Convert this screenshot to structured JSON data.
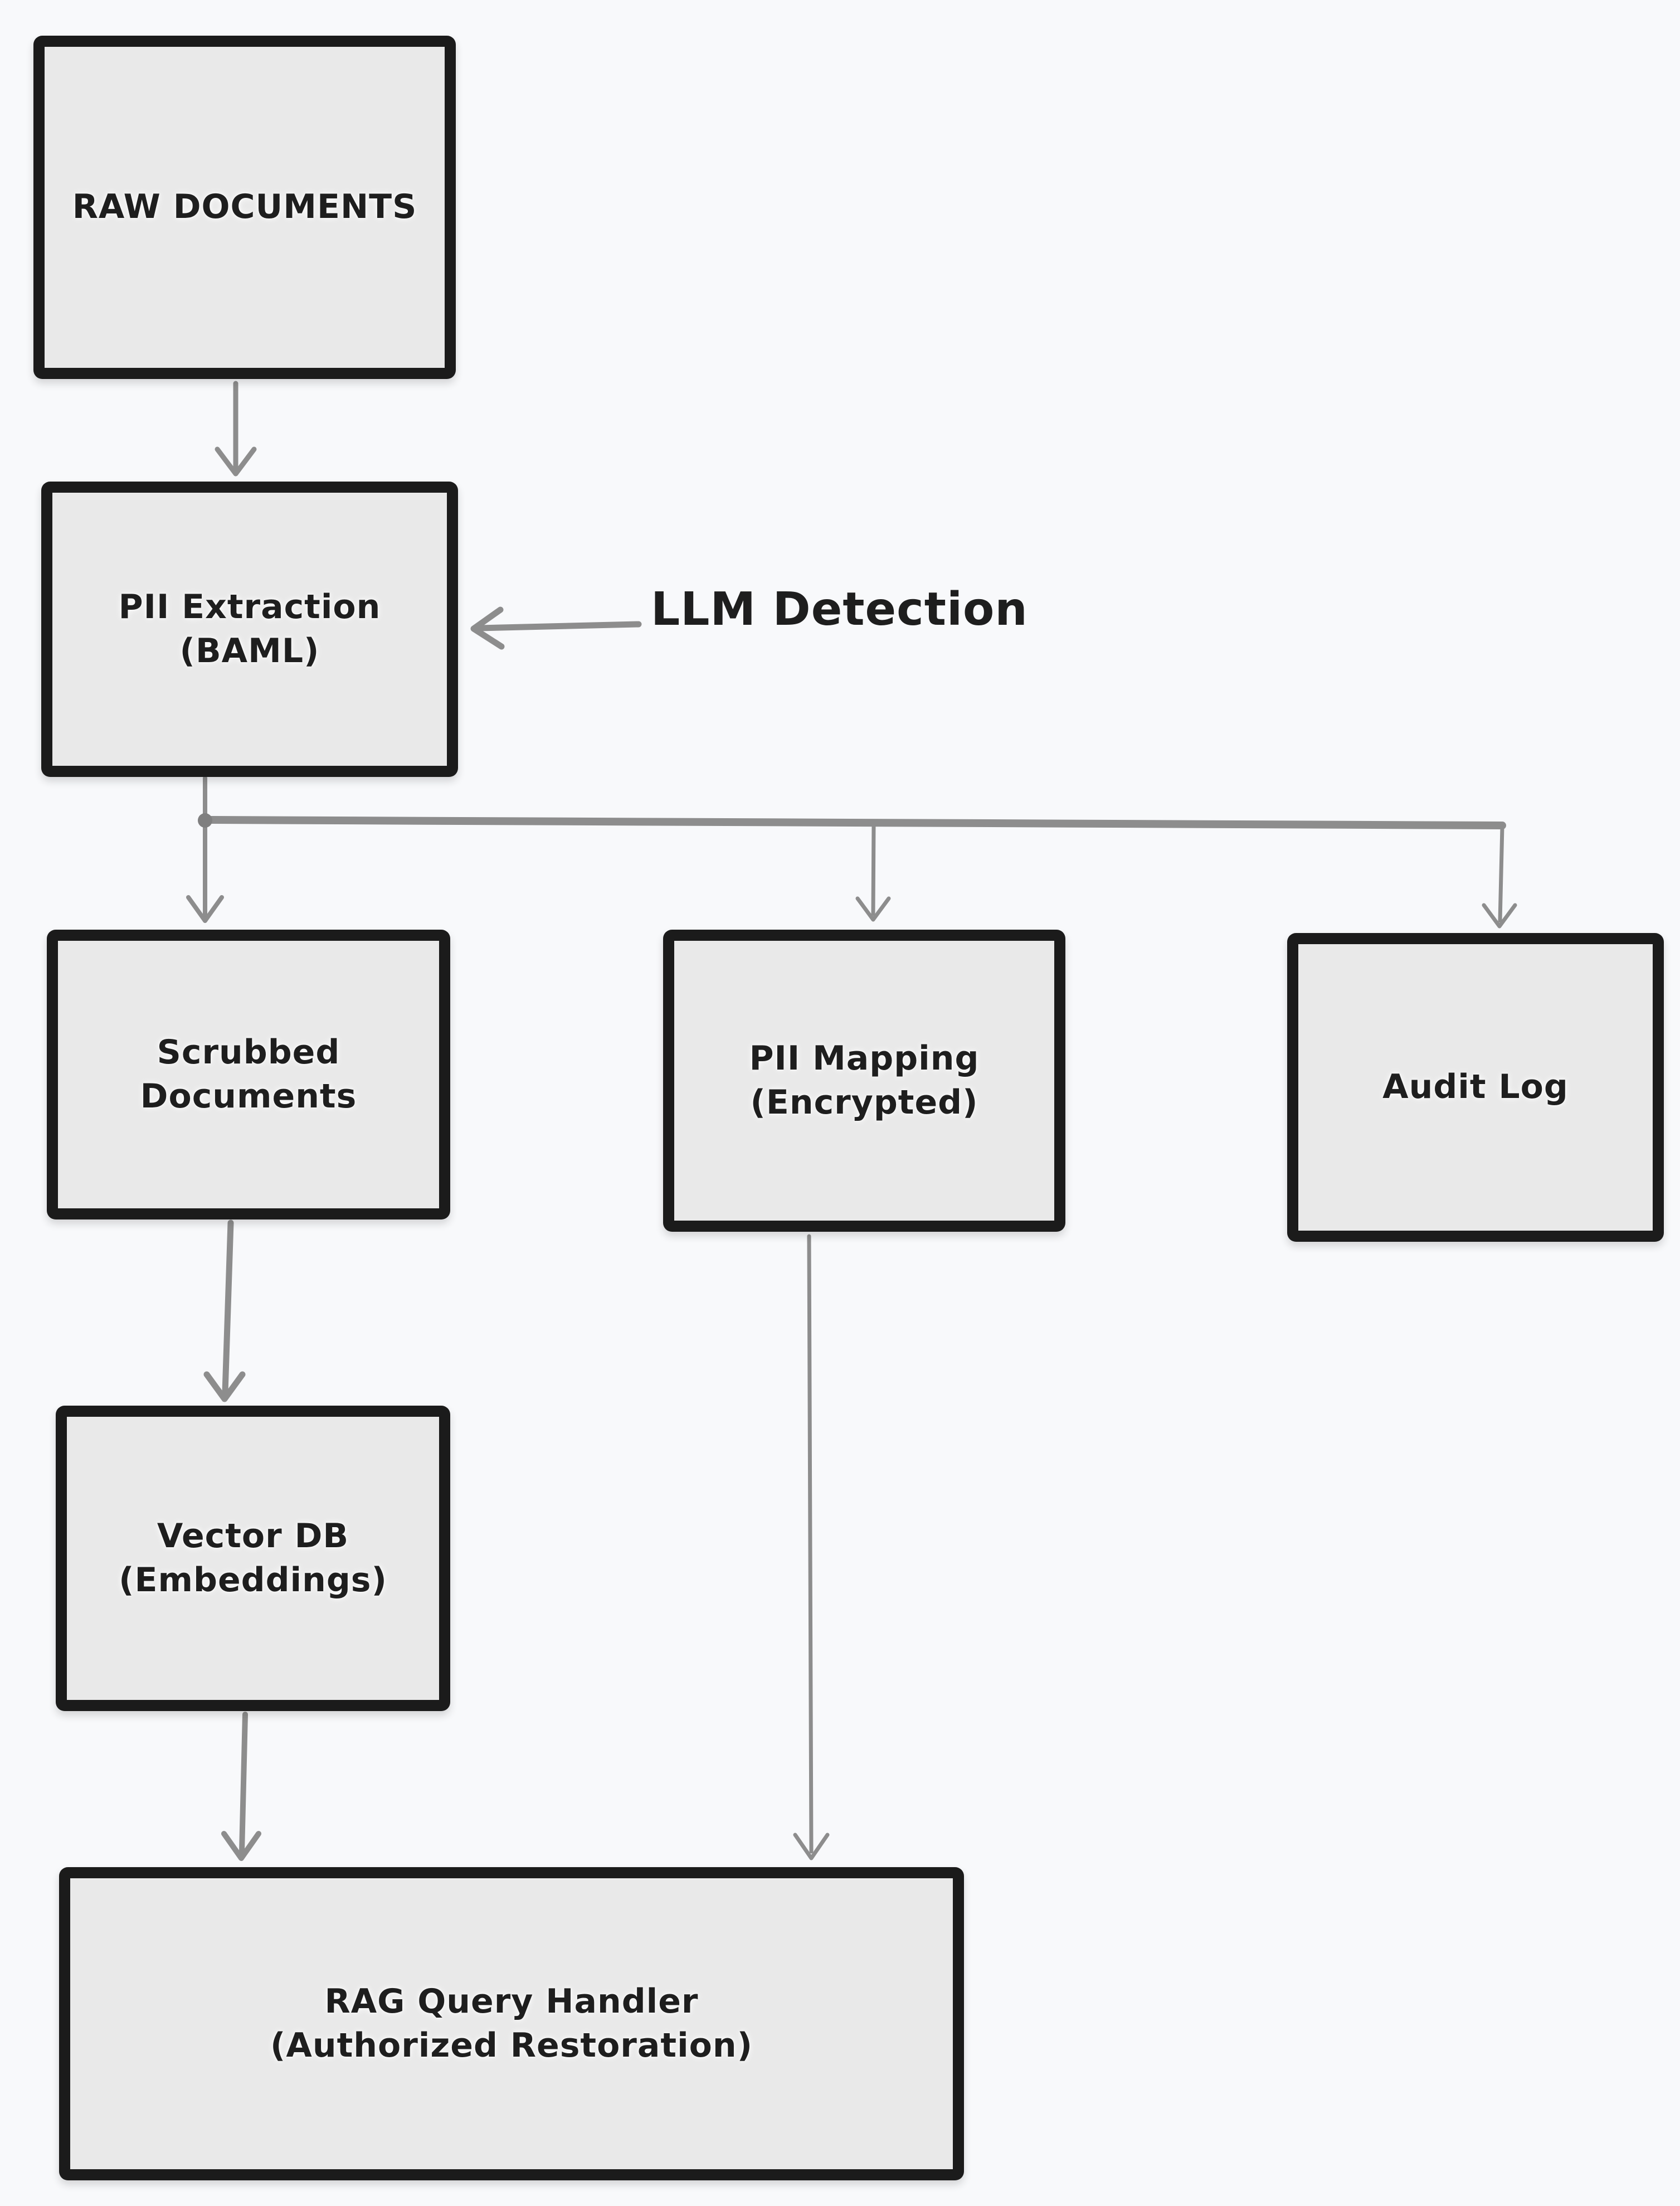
{
  "diagram": {
    "type": "flowchart",
    "nodes": {
      "raw_documents": {
        "lines": [
          "RAW DOCUMENTS"
        ]
      },
      "pii_extraction": {
        "lines": [
          "PII Extraction",
          "(BAML)"
        ]
      },
      "scrubbed_documents": {
        "lines": [
          "Scrubbed",
          "Documents"
        ]
      },
      "pii_mapping": {
        "lines": [
          "PII Mapping",
          "(Encrypted)"
        ]
      },
      "audit_log": {
        "lines": [
          "Audit Log"
        ]
      },
      "vector_db": {
        "lines": [
          "Vector DB",
          "(Embeddings)"
        ]
      },
      "rag_query_handler": {
        "lines": [
          "RAG Query Handler",
          "(Authorized Restoration)"
        ]
      }
    },
    "annotations": {
      "llm_detection": {
        "label": "LLM Detection"
      }
    },
    "edges": [
      {
        "from": "raw_documents",
        "to": "pii_extraction"
      },
      {
        "from": "llm_detection",
        "to": "pii_extraction"
      },
      {
        "from": "pii_extraction",
        "to": "scrubbed_documents"
      },
      {
        "from": "pii_extraction",
        "to": "pii_mapping"
      },
      {
        "from": "pii_extraction",
        "to": "audit_log"
      },
      {
        "from": "scrubbed_documents",
        "to": "vector_db"
      },
      {
        "from": "vector_db",
        "to": "rag_query_handler"
      },
      {
        "from": "pii_mapping",
        "to": "rag_query_handler"
      }
    ],
    "colors": {
      "background": "#f8f9fb",
      "node_fill": "#e9e9e9",
      "node_border": "#1b1b1b",
      "arrow": "#8d8d8d",
      "text": "#1e1e1e"
    }
  }
}
